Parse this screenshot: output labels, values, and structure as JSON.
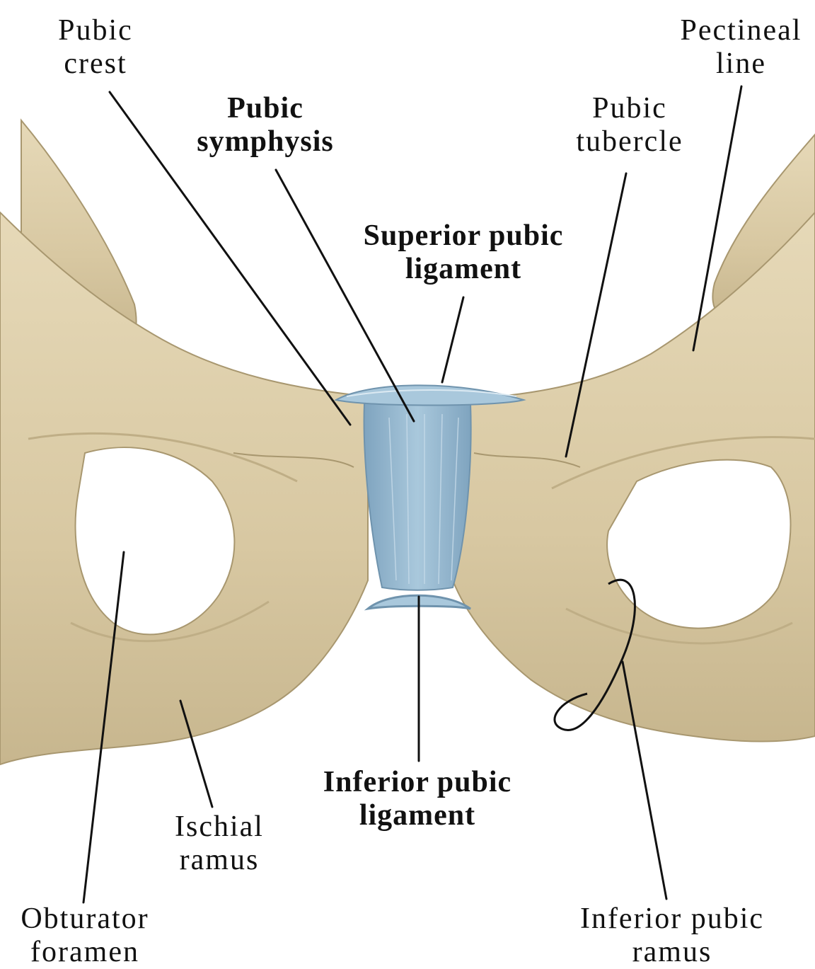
{
  "labels": {
    "pubic_crest": [
      "Pubic",
      "crest"
    ],
    "pubic_symphysis": [
      "Pubic",
      "symphysis"
    ],
    "pubic_tubercle": [
      "Pubic",
      "tubercle"
    ],
    "pectineal_line": [
      "Pectineal",
      "line"
    ],
    "superior_pubic_ligament": [
      "Superior pubic",
      "ligament"
    ],
    "inferior_pubic_ligament": [
      "Inferior pubic",
      "ligament"
    ],
    "ischial_ramus": [
      "Ischial",
      "ramus"
    ],
    "obturator_foramen": [
      "Obturator",
      "foramen"
    ],
    "inferior_pubic_ramus": [
      "Inferior pubic",
      "ramus"
    ]
  },
  "colors": {
    "bone": "#dccda8",
    "bone_shadow": "#bfae86",
    "bone_edge": "#a8976f",
    "cartilage": "#8fb3cc",
    "cartilage_light": "#b8d3e4",
    "ligament": "#a9c8dc",
    "leader": "#111111",
    "background": "#ffffff"
  }
}
